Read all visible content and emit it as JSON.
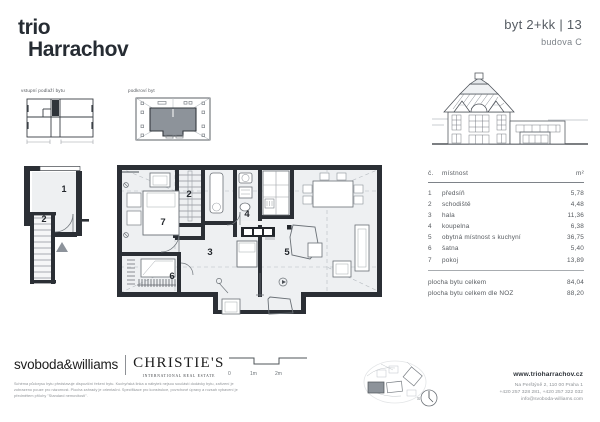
{
  "logo": {
    "line1": "trio",
    "line2": "Harrachov"
  },
  "header": {
    "unit": "byt 2+kk | 13",
    "building": "budova C"
  },
  "insets": {
    "entry_floor_label": "vstupní podlaží bytu",
    "attic_label": "podkroví byt"
  },
  "table": {
    "columns": [
      "č.",
      "místnost",
      "m²"
    ],
    "rows": [
      {
        "num": "1",
        "name": "předsíň",
        "area": "5,78"
      },
      {
        "num": "2",
        "name": "schodiště",
        "area": "4,48"
      },
      {
        "num": "3",
        "name": "hala",
        "area": "11,36"
      },
      {
        "num": "4",
        "name": "koupelna",
        "area": "6,38"
      },
      {
        "num": "5",
        "name": "obytná místnost s kuchyní",
        "area": "36,75"
      },
      {
        "num": "6",
        "name": "šatna",
        "area": "5,40"
      },
      {
        "num": "7",
        "name": "pokoj",
        "area": "13,89"
      }
    ],
    "totals": [
      {
        "name": "plocha bytu celkem",
        "area": "84,04"
      },
      {
        "name": "plocha bytu celkem dle NOZ",
        "area": "88,20"
      }
    ]
  },
  "plan_labels": {
    "entry": [
      "1",
      "2"
    ],
    "main": [
      "2",
      "3",
      "4",
      "5",
      "6",
      "7"
    ]
  },
  "scalebar": {
    "ticks": [
      "0",
      "1m",
      "2m"
    ]
  },
  "brand": {
    "svoboda": "svoboda&williams",
    "christies": "CHRISTIE'S",
    "christies_sub": "INTERNATIONAL REAL ESTATE"
  },
  "disclaimer": "Schéma půdorysu bytu představuje dispoziční řešení bytu. Kuchyňská linka a nábytek nejsou součástí dodávky bytu, zařízení je zobrazeno pouze pro názornost. Plocha zahrady je orientační. Specifikace pro konstrukce, povrchové úpravy a rozsah vybavení je předmětem přílohy \"Standard nemovitosti\".",
  "contact": {
    "web": "www.trioharrachov.cz",
    "address": "Na Perštýně 2, 110 00 Praha 1",
    "phone": "+420 257 328 281, +420 257 322 032",
    "email": "info@svoboda-williams.com"
  },
  "colors": {
    "ink": "#262c33",
    "wall": "#2b2f35",
    "room_fill": "#eef0f2",
    "muted": "#8e9296"
  }
}
